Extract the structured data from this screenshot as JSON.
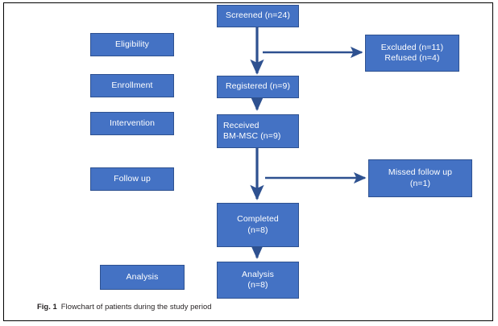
{
  "figure": {
    "caption_label": "Fig. 1",
    "caption_text": "Flowchart of patients during the study period"
  },
  "colors": {
    "node_fill": "#4472C4",
    "node_border": "#2E5190",
    "node_text": "#FFFFFF",
    "arrow": "#2E5190",
    "frame_border": "#000000",
    "background": "#FFFFFF"
  },
  "chart_data": {
    "type": "diagram",
    "title": "Flowchart of patients during the study period",
    "stage_labels": [
      {
        "id": "eligibility",
        "label": "Eligibility"
      },
      {
        "id": "enrollment",
        "label": "Enrollment"
      },
      {
        "id": "intervention",
        "label": "Intervention"
      },
      {
        "id": "follow-up",
        "label": "Follow up"
      },
      {
        "id": "analysis",
        "label": "Analysis"
      }
    ],
    "nodes": [
      {
        "id": "screened",
        "lines": [
          "Screened (n=24)"
        ],
        "count": 24,
        "align": "center"
      },
      {
        "id": "excluded-refused",
        "lines": [
          "Excluded (n=11)",
          "Refused (n=4)"
        ],
        "count": 15,
        "align": "center"
      },
      {
        "id": "registered",
        "lines": [
          "Registered (n=9)"
        ],
        "count": 9,
        "align": "center"
      },
      {
        "id": "received-bmmsc",
        "lines": [
          "Received",
          "BM-MSC (n=9)"
        ],
        "count": 9,
        "align": "left"
      },
      {
        "id": "missed-follow-up",
        "lines": [
          "Missed follow up",
          "(n=1)"
        ],
        "count": 1,
        "align": "center"
      },
      {
        "id": "completed",
        "lines": [
          "Completed",
          "(n=8)"
        ],
        "count": 8,
        "align": "center"
      },
      {
        "id": "analysis-node",
        "lines": [
          "Analysis",
          "(n=8)"
        ],
        "count": 8,
        "align": "center"
      }
    ],
    "edges": [
      {
        "from": "screened",
        "to": "registered",
        "direction": "down"
      },
      {
        "from": "screened",
        "to": "excluded-refused",
        "direction": "right"
      },
      {
        "from": "registered",
        "to": "received-bmmsc",
        "direction": "down"
      },
      {
        "from": "received-bmmsc",
        "to": "completed",
        "direction": "down"
      },
      {
        "from": "received-bmmsc",
        "to": "missed-follow-up",
        "direction": "right"
      },
      {
        "from": "completed",
        "to": "analysis-node",
        "direction": "down"
      }
    ]
  },
  "stages": {
    "eligibility": "Eligibility",
    "enrollment": "Enrollment",
    "intervention": "Intervention",
    "follow_up": "Follow up",
    "analysis": "Analysis"
  },
  "nodes": {
    "screened": {
      "line1": "Screened (n=24)"
    },
    "excluded": {
      "line1": "Excluded (n=11)",
      "line2": "Refused (n=4)"
    },
    "registered": {
      "line1": "Registered (n=9)"
    },
    "received": {
      "line1": "Received",
      "line2": "BM-MSC (n=9)"
    },
    "missed": {
      "line1": "Missed follow up",
      "line2": "(n=1)"
    },
    "completed": {
      "line1": "Completed",
      "line2": "(n=8)"
    },
    "analysis": {
      "line1": "Analysis",
      "line2": "(n=8)"
    }
  }
}
